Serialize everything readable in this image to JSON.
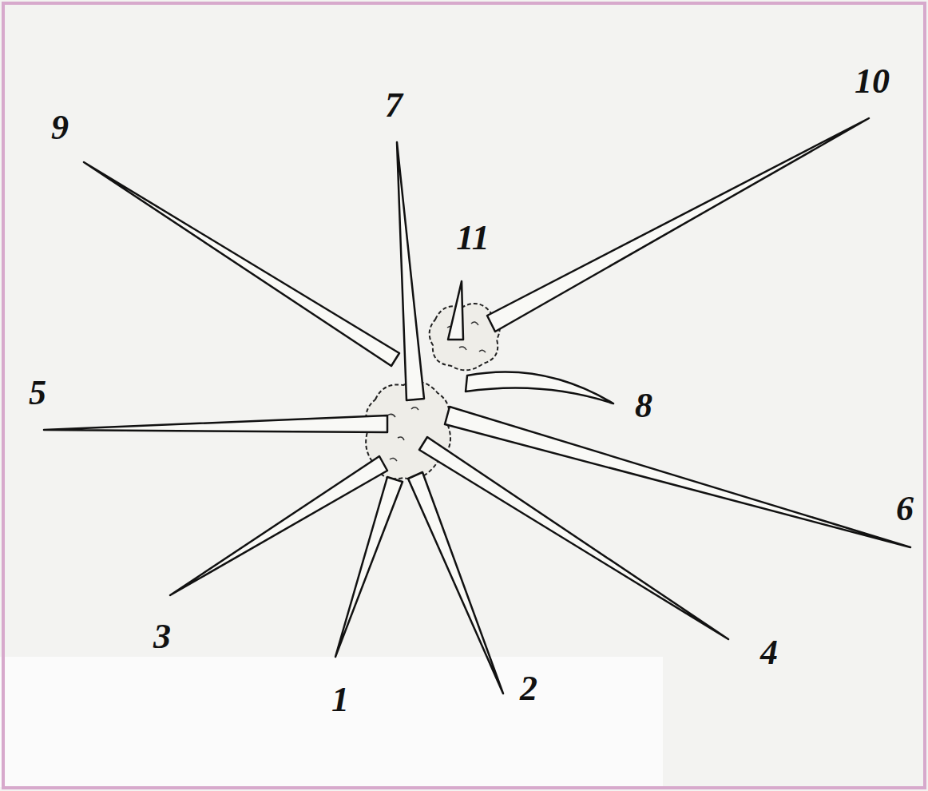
{
  "diagram": {
    "labels": [
      "9",
      "7",
      "10",
      "11",
      "5",
      "8",
      "6",
      "3",
      "1",
      "2",
      "4"
    ]
  }
}
